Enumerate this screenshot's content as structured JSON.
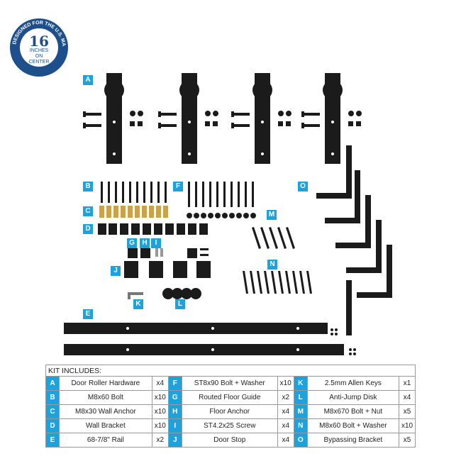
{
  "badge": {
    "number": "16",
    "line1": "INCHES",
    "line2": "ON",
    "line3": "CENTER",
    "ring": "DESIGNED FOR THE U.S. MARKET"
  },
  "labels": {
    "A": "A",
    "B": "B",
    "C": "C",
    "D": "D",
    "E": "E",
    "F": "F",
    "G": "G",
    "H": "H",
    "I": "I",
    "J": "J",
    "K": "K",
    "L": "L",
    "M": "M",
    "N": "N",
    "O": "O"
  },
  "colors": {
    "accent": "#1aa3de",
    "hardware": "#1b1b1b",
    "brass": "#c9a24a",
    "badge": "#1d4f8c"
  },
  "kit": {
    "title": "KIT INCLUDES:",
    "rows": [
      [
        {
          "l": "A",
          "n": "Door Roller Hardware",
          "q": "x4"
        },
        {
          "l": "F",
          "n": "ST8x90 Bolt + Washer",
          "q": "x10"
        },
        {
          "l": "K",
          "n": "2.5mm Allen Keys",
          "q": "x1"
        }
      ],
      [
        {
          "l": "B",
          "n": "M8x60 Bolt",
          "q": "x10"
        },
        {
          "l": "G",
          "n": "Routed Floor Guide",
          "q": "x2"
        },
        {
          "l": "L",
          "n": "Anti-Jump Disk",
          "q": "x4"
        }
      ],
      [
        {
          "l": "C",
          "n": "M8x30 Wall Anchor",
          "q": "x10"
        },
        {
          "l": "H",
          "n": "Floor Anchor",
          "q": "x4"
        },
        {
          "l": "M",
          "n": "M8x670 Bolt + Nut",
          "q": "x5"
        }
      ],
      [
        {
          "l": "D",
          "n": "Wall Bracket",
          "q": "x10"
        },
        {
          "l": "I",
          "n": "ST4.2x25 Screw",
          "q": "x4"
        },
        {
          "l": "N",
          "n": "M8x60 Bolt + Washer",
          "q": "x10"
        }
      ],
      [
        {
          "l": "E",
          "n": "68-7/8\" Rail",
          "q": "x2"
        },
        {
          "l": "J",
          "n": "Door Stop",
          "q": "x4"
        },
        {
          "l": "O",
          "n": "Bypassing Bracket",
          "q": "x5"
        }
      ]
    ]
  }
}
